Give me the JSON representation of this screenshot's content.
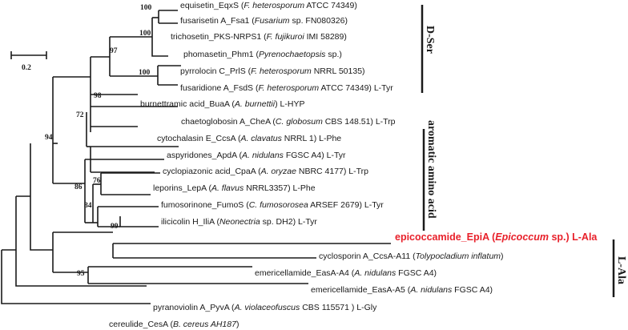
{
  "scale_bar": {
    "label": "0.2"
  },
  "taxa": [
    {
      "id": "equisetin",
      "parts": [
        [
          "equisetin_EqxS (",
          false
        ],
        [
          "F. heterosporum",
          true
        ],
        [
          " ATCC 74349)",
          false
        ]
      ]
    },
    {
      "id": "fusarisetin",
      "parts": [
        [
          "fusarisetin A_Fsa1 (",
          false
        ],
        [
          "Fusarium",
          true
        ],
        [
          " sp. FN080326)",
          false
        ]
      ]
    },
    {
      "id": "trichosetin",
      "parts": [
        [
          "trichosetin_PKS-NRPS1 (",
          false
        ],
        [
          "F. fujikuroi",
          true
        ],
        [
          " IMI 58289)",
          false
        ]
      ]
    },
    {
      "id": "phomasetin",
      "parts": [
        [
          "phomasetin_Phm1 (",
          false
        ],
        [
          "Pyrenochaetopsis",
          true
        ],
        [
          " sp.)",
          false
        ]
      ]
    },
    {
      "id": "pyrrolocin",
      "parts": [
        [
          "pyrrolocin C_PrlS  (",
          false
        ],
        [
          "F. heterosporum",
          true
        ],
        [
          " NRRL 50135)",
          false
        ]
      ]
    },
    {
      "id": "fusaridione",
      "parts": [
        [
          "fusaridione A_FsdS (",
          false
        ],
        [
          "F. heterosporum",
          true
        ],
        [
          " ATCC 74349) L-Tyr",
          false
        ]
      ]
    },
    {
      "id": "burnettramic",
      "parts": [
        [
          "burnettramic acid_BuaA (",
          false
        ],
        [
          "A. burnettii",
          true
        ],
        [
          ") L-HYP",
          false
        ]
      ]
    },
    {
      "id": "chaetoglobosin",
      "parts": [
        [
          "chaetoglobosin A_CheA (",
          false
        ],
        [
          "C. globosum",
          true
        ],
        [
          " CBS 148.51) L-Trp",
          false
        ]
      ]
    },
    {
      "id": "cytochalasin",
      "parts": [
        [
          "cytochalasin E_CcsA (",
          false
        ],
        [
          "A. clavatus",
          true
        ],
        [
          " NRRL 1) L-Phe",
          false
        ]
      ]
    },
    {
      "id": "aspyridones",
      "parts": [
        [
          "aspyridones_ApdA (",
          false
        ],
        [
          "A. nidulans",
          true
        ],
        [
          " FGSC A4) L-Tyr",
          false
        ]
      ]
    },
    {
      "id": "cyclopiazonic",
      "parts": [
        [
          "cyclopiazonic acid_CpaA (",
          false
        ],
        [
          "A. oryzae",
          true
        ],
        [
          " NBRC 4177) L-Trp",
          false
        ]
      ]
    },
    {
      "id": "leporins",
      "parts": [
        [
          "leporins_LepA (",
          false
        ],
        [
          "A. flavus",
          true
        ],
        [
          " NRRL3357) L-Phe",
          false
        ]
      ]
    },
    {
      "id": "fumosorinone",
      "parts": [
        [
          "fumosorinone_FumoS (",
          false
        ],
        [
          "C. fumosorosea",
          true
        ],
        [
          " ARSEF 2679) L-Tyr",
          false
        ]
      ]
    },
    {
      "id": "ilicicolin",
      "parts": [
        [
          "ilicicolin H_IliA (",
          false
        ],
        [
          "Neonectria",
          true
        ],
        [
          " sp. DH2) L-Tyr",
          false
        ]
      ]
    },
    {
      "id": "epicoccamide",
      "highlight": true,
      "parts": [
        [
          "epicoccamide_EpiA (",
          false
        ],
        [
          "Epicoccum",
          true
        ],
        [
          " sp.) L-Ala",
          false
        ]
      ]
    },
    {
      "id": "cyclosporin",
      "parts": [
        [
          "cyclosporin A_CcsA-A11 (",
          false
        ],
        [
          "Tolypocladium inflatum",
          true
        ],
        [
          ")",
          false
        ]
      ]
    },
    {
      "id": "emericellamide-a4",
      "parts": [
        [
          "emericellamide_EasA-A4 (",
          false
        ],
        [
          "A. nidulans",
          true
        ],
        [
          " FGSC A4)",
          false
        ]
      ]
    },
    {
      "id": "emericellamide-a5",
      "parts": [
        [
          "emericellamide_EasA-A5 (",
          false
        ],
        [
          "A. nidulans",
          true
        ],
        [
          " FGSC A4)",
          false
        ]
      ]
    },
    {
      "id": "pyranoviolin",
      "parts": [
        [
          "pyranoviolin A_PyvA (",
          false
        ],
        [
          "A. violaceofuscus",
          true
        ],
        [
          " CBS 115571 ) L-Gly",
          false
        ]
      ]
    },
    {
      "id": "cereulide",
      "parts": [
        [
          "cereulide_CesA (",
          false
        ],
        [
          "B. cereus AH187",
          true
        ],
        [
          ")",
          false
        ]
      ]
    }
  ],
  "bootstrap": [
    {
      "id": "b-equisetin-fusarisetin",
      "value": "100"
    },
    {
      "id": "b-with-trichosetin",
      "value": "100"
    },
    {
      "id": "b-phomasetin-pyrrolocin",
      "value": "100"
    },
    {
      "id": "b-dser-core",
      "value": "97"
    },
    {
      "id": "b-with-fusaridione",
      "value": "98"
    },
    {
      "id": "b-chaeto-cyto",
      "value": "72"
    },
    {
      "id": "b-aromatic",
      "value": "94"
    },
    {
      "id": "b-cyclopiazonic-leporins",
      "value": "76"
    },
    {
      "id": "b-fumo-ilici",
      "value": "99"
    },
    {
      "id": "b-lower-aromatic",
      "value": "84"
    },
    {
      "id": "b-aspyridones-group",
      "value": "86"
    },
    {
      "id": "b-l-ala",
      "value": "95"
    }
  ],
  "groups": [
    {
      "id": "d-ser",
      "label": "D-Ser"
    },
    {
      "id": "aromatic",
      "label": "aromatic amino acid"
    },
    {
      "id": "l-ala",
      "label": "L-Ala"
    }
  ]
}
